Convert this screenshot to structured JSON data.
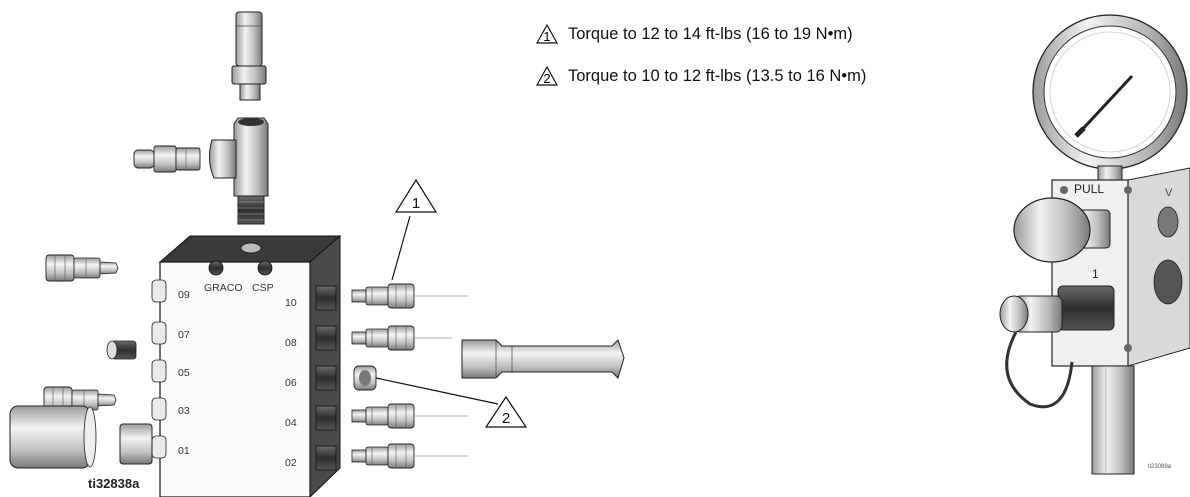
{
  "notes": [
    {
      "marker": "1",
      "text": "Torque to 12 to 14 ft-lbs (16 to 19 N•m)"
    },
    {
      "marker": "2",
      "text": "Torque to 10 to 12 ft-lbs (13.5 to 16 N•m)"
    }
  ],
  "manifold": {
    "brand": "GRACO",
    "brand2": "CSP",
    "left_ports": [
      "09",
      "07",
      "05",
      "03",
      "01"
    ],
    "right_ports": [
      "10",
      "08",
      "06",
      "04",
      "02"
    ],
    "figure_id": "ti32838a"
  },
  "callouts": [
    "1",
    "2"
  ],
  "pump": {
    "pull_label": "PULL",
    "side_label": "V",
    "port_label": "1",
    "figure_id": "ti23089a"
  }
}
